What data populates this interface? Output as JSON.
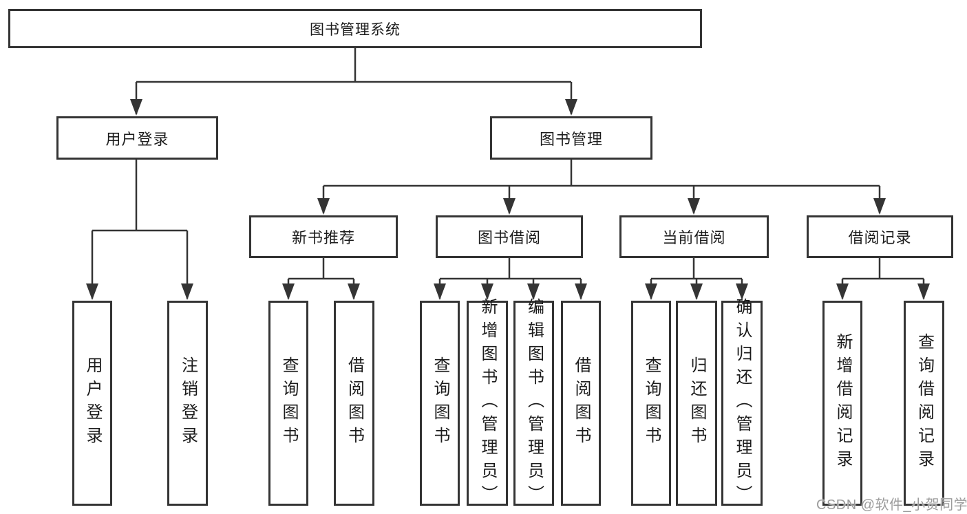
{
  "diagram": {
    "tree": {
      "label": "图书管理系统",
      "children": [
        {
          "label": "用户登录",
          "children": [
            {
              "label": "用户登录"
            },
            {
              "label": "注销登录"
            }
          ]
        },
        {
          "label": "图书管理",
          "children": [
            {
              "label": "新书推荐",
              "children": [
                {
                  "label": "查询图书"
                },
                {
                  "label": "借阅图书"
                }
              ]
            },
            {
              "label": "图书借阅",
              "children": [
                {
                  "label": "查询图书"
                },
                {
                  "label": "新增图书（管理员）"
                },
                {
                  "label": "编辑图书（管理员）"
                },
                {
                  "label": "借阅图书"
                }
              ]
            },
            {
              "label": "当前借阅",
              "children": [
                {
                  "label": "查询图书"
                },
                {
                  "label": "归还图书"
                },
                {
                  "label": "确认归还（管理员）"
                }
              ]
            },
            {
              "label": "借阅记录",
              "children": [
                {
                  "label": "新增借阅记录"
                },
                {
                  "label": "查询借阅记录"
                }
              ]
            }
          ]
        }
      ]
    },
    "watermark": "CSDN @软件_小贺同学",
    "colors": {
      "line": "#343434",
      "border": "#343434",
      "text": "#1c1c1c",
      "watermark": "#9c9c9c",
      "background": "#ffffff"
    }
  }
}
